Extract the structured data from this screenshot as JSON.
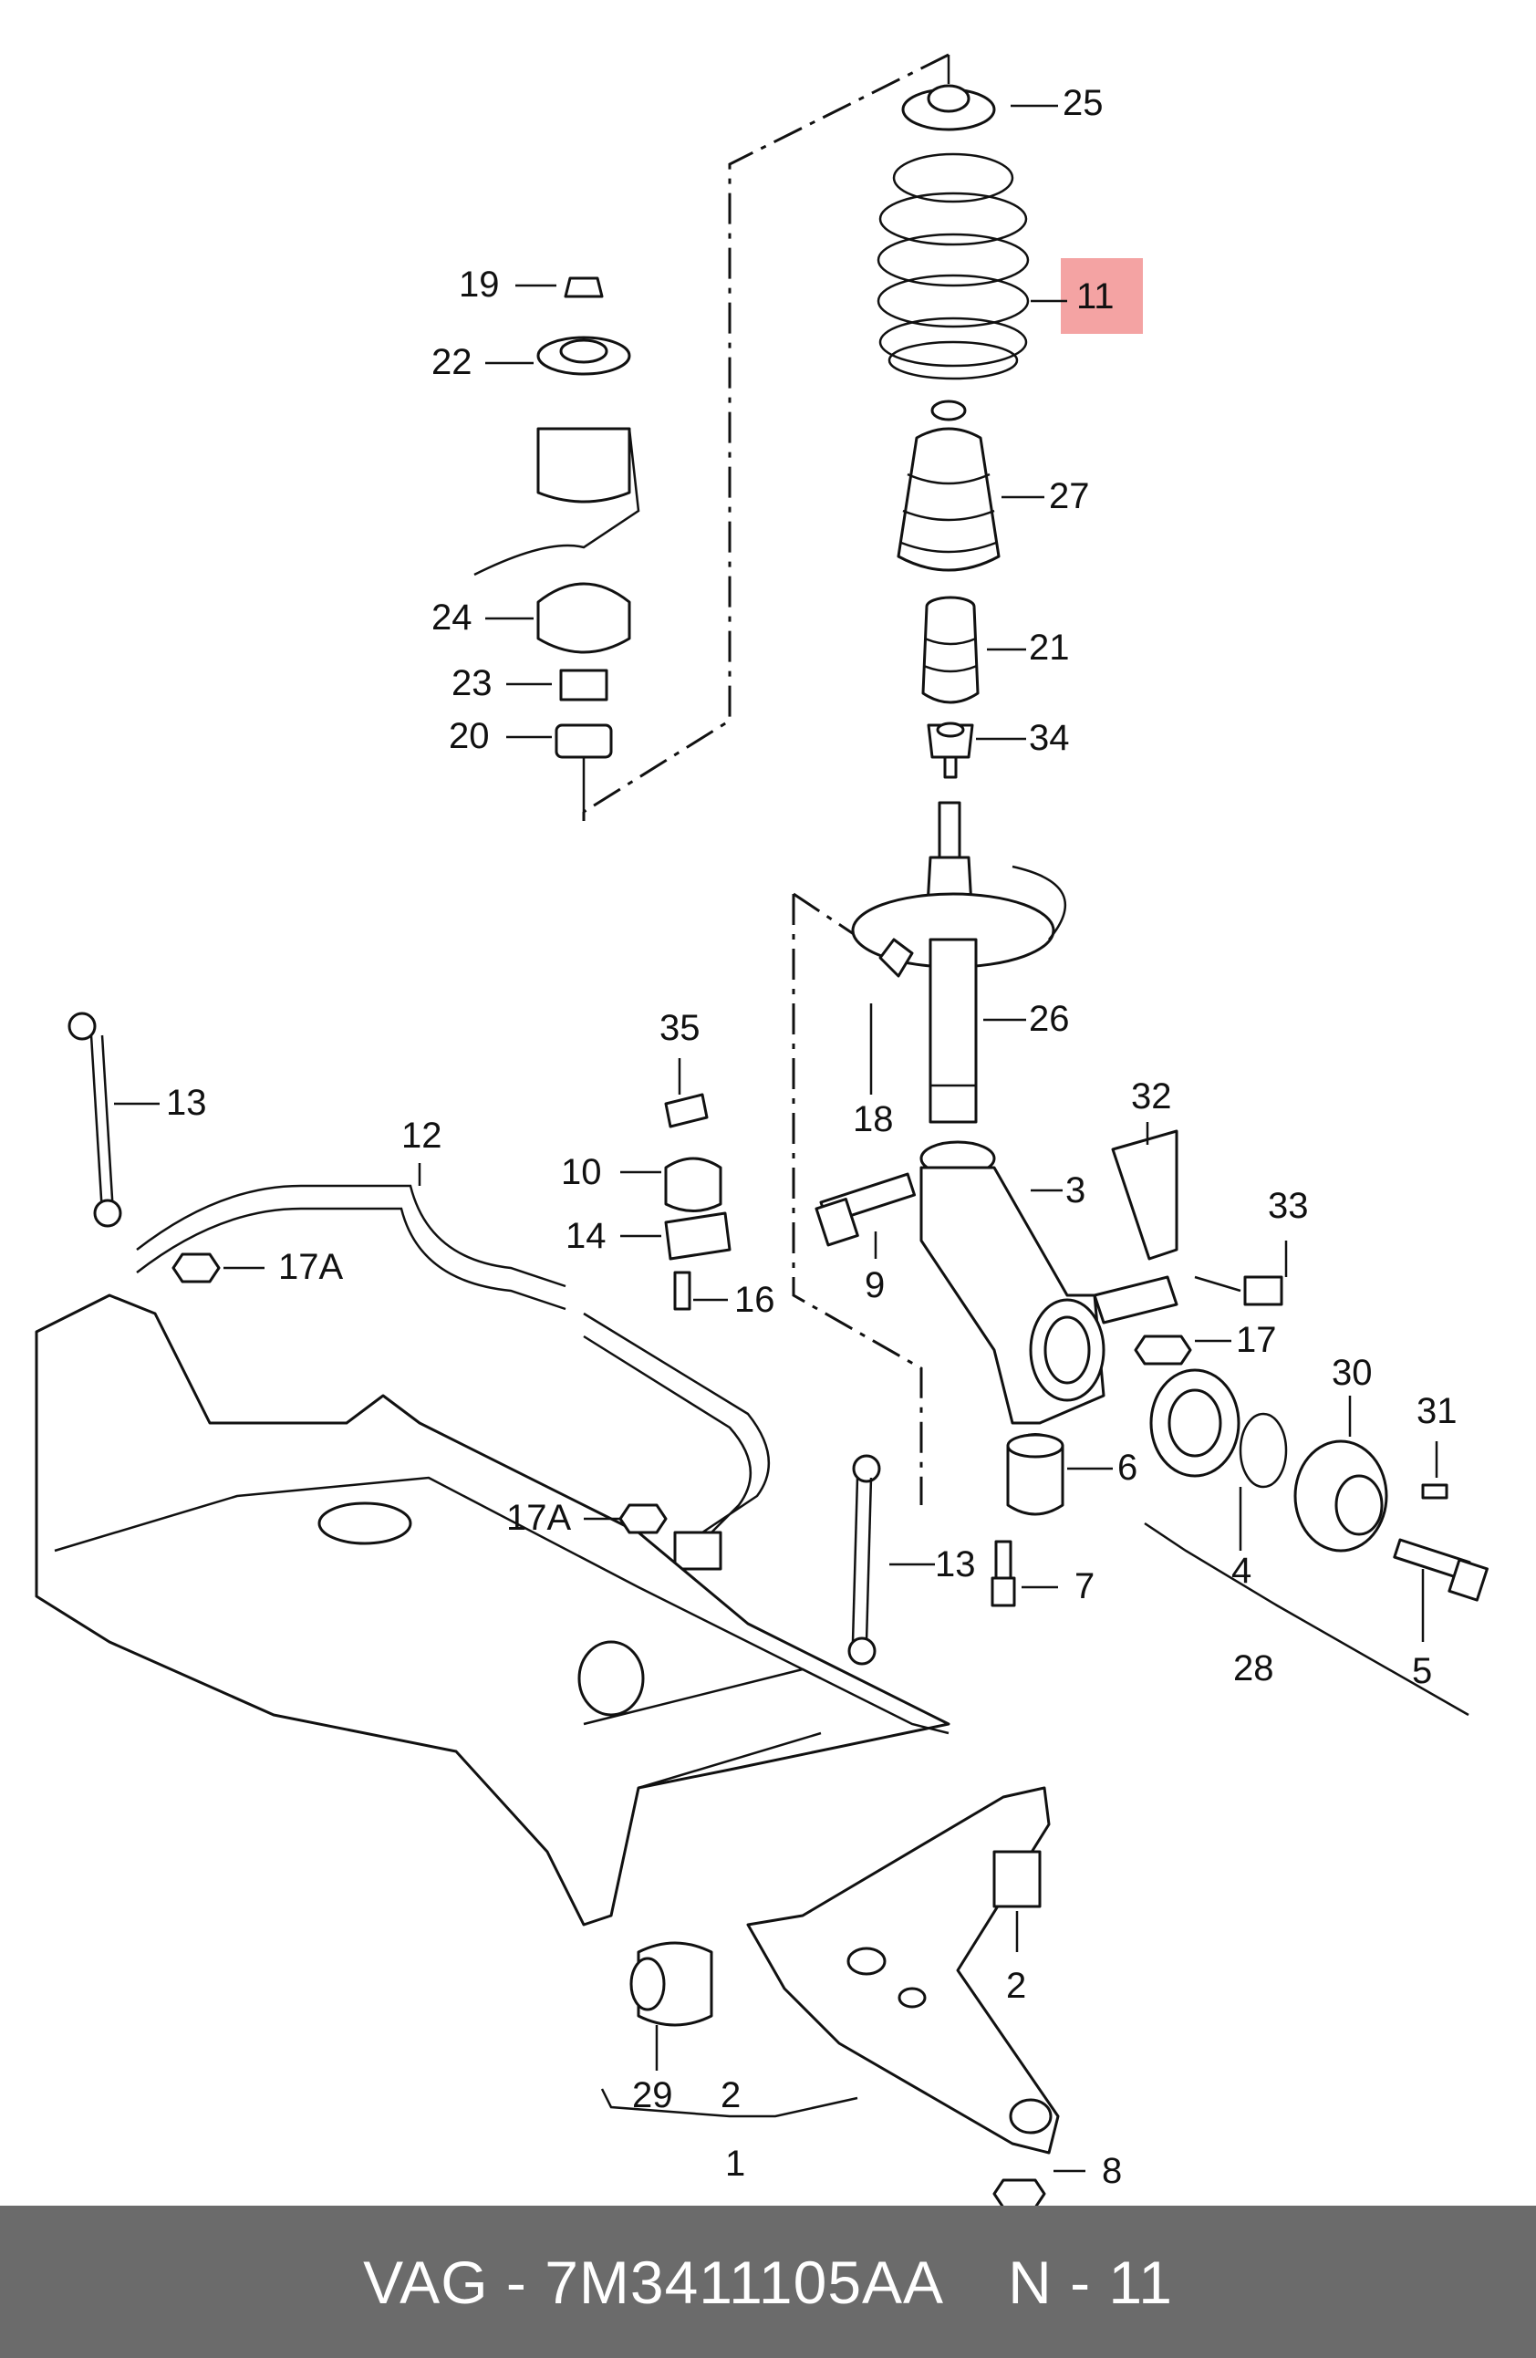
{
  "callouts": {
    "c25": "25",
    "c11": "11",
    "c19": "19",
    "c22": "22",
    "c27": "27",
    "c24": "24",
    "c21": "21",
    "c23": "23",
    "c20": "20",
    "c34": "34",
    "c26": "26",
    "c35": "35",
    "c13a": "13",
    "c12": "12",
    "c18": "18",
    "c10": "10",
    "c32": "32",
    "c3": "3",
    "c14": "14",
    "c17a1": "17A",
    "c33": "33",
    "c9": "9",
    "c16": "16",
    "c17": "17",
    "c30": "30",
    "c31": "31",
    "c6": "6",
    "c17a2": "17A",
    "c13b": "13",
    "c4": "4",
    "c7": "7",
    "c5": "5",
    "c28": "28",
    "c2a": "2",
    "c29": "29",
    "c2b": "2",
    "c1": "1",
    "c8": "8"
  },
  "highlight_color": "#f4a3a3",
  "footer": {
    "brand_part": "VAG - 7M3411105AA",
    "position": "N - 11",
    "background": "#6b6b6b"
  }
}
